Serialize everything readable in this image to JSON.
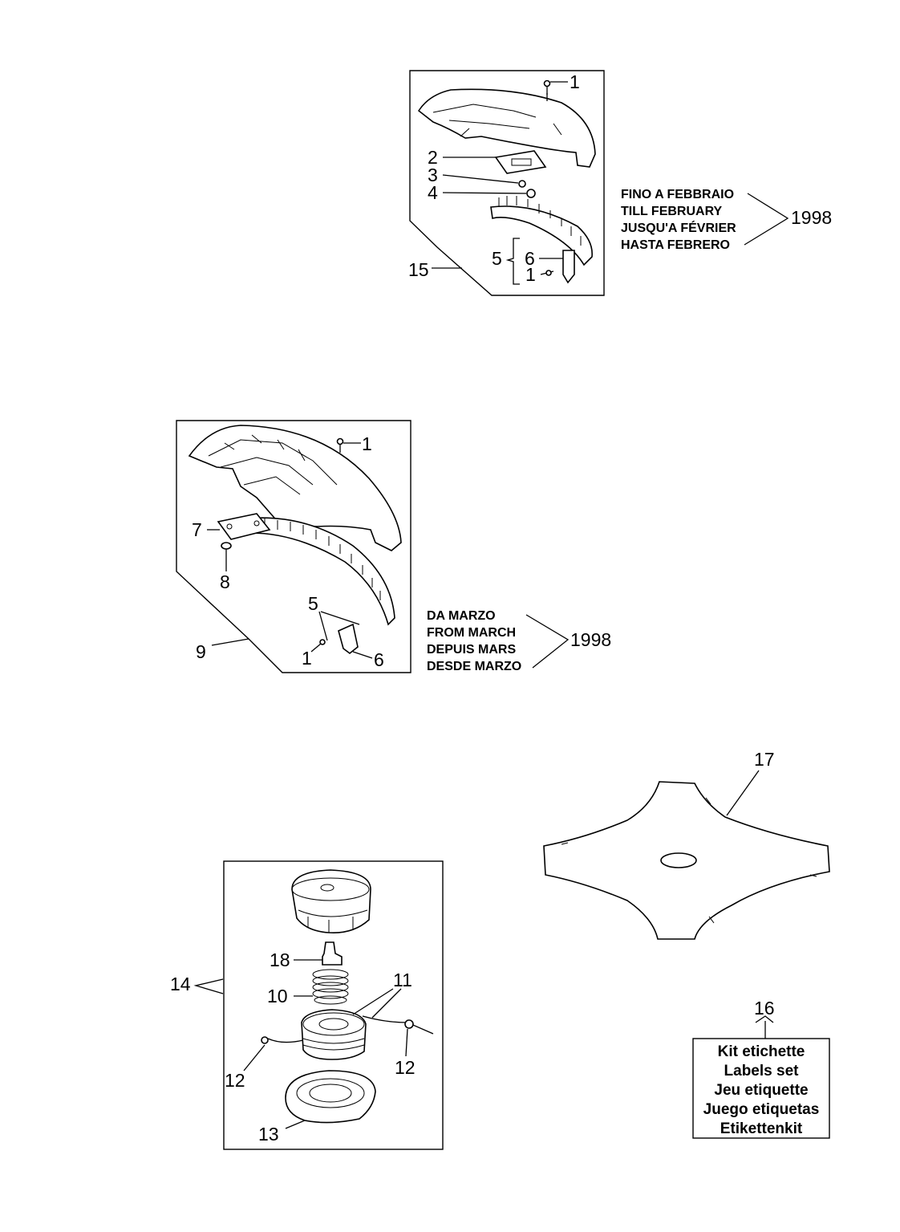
{
  "callouts": {
    "g1_1": "1",
    "g1_2": "2",
    "g1_3": "3",
    "g1_4": "4",
    "g1_5": "5",
    "g1_6": "6",
    "g1_1b": "1",
    "g1_15": "15",
    "g2_1": "1",
    "g2_7": "7",
    "g2_8": "8",
    "g2_5": "5",
    "g2_9": "9",
    "g2_1b": "1",
    "g2_6": "6",
    "g3_17": "17",
    "g4_14": "14",
    "g4_18": "18",
    "g4_10": "10",
    "g4_11": "11",
    "g4_12a": "12",
    "g4_12b": "12",
    "g4_13": "13",
    "g5_16": "16"
  },
  "notes": {
    "till": {
      "lines": [
        "FINO A FEBBRAIO",
        "TILL FEBRUARY",
        "JUSQU'A FÉVRIER",
        "HASTA FEBRERO"
      ],
      "year": "1998"
    },
    "from": {
      "lines": [
        "DA MARZO",
        "FROM MARCH",
        "DEPUIS MARS",
        "DESDE MARZO"
      ],
      "year": "1998"
    }
  },
  "kit_box": {
    "lines": [
      "Kit etichette",
      "Labels set",
      "Jeu etiquette",
      "Juego etiquetas",
      "Etikettenkit"
    ]
  }
}
